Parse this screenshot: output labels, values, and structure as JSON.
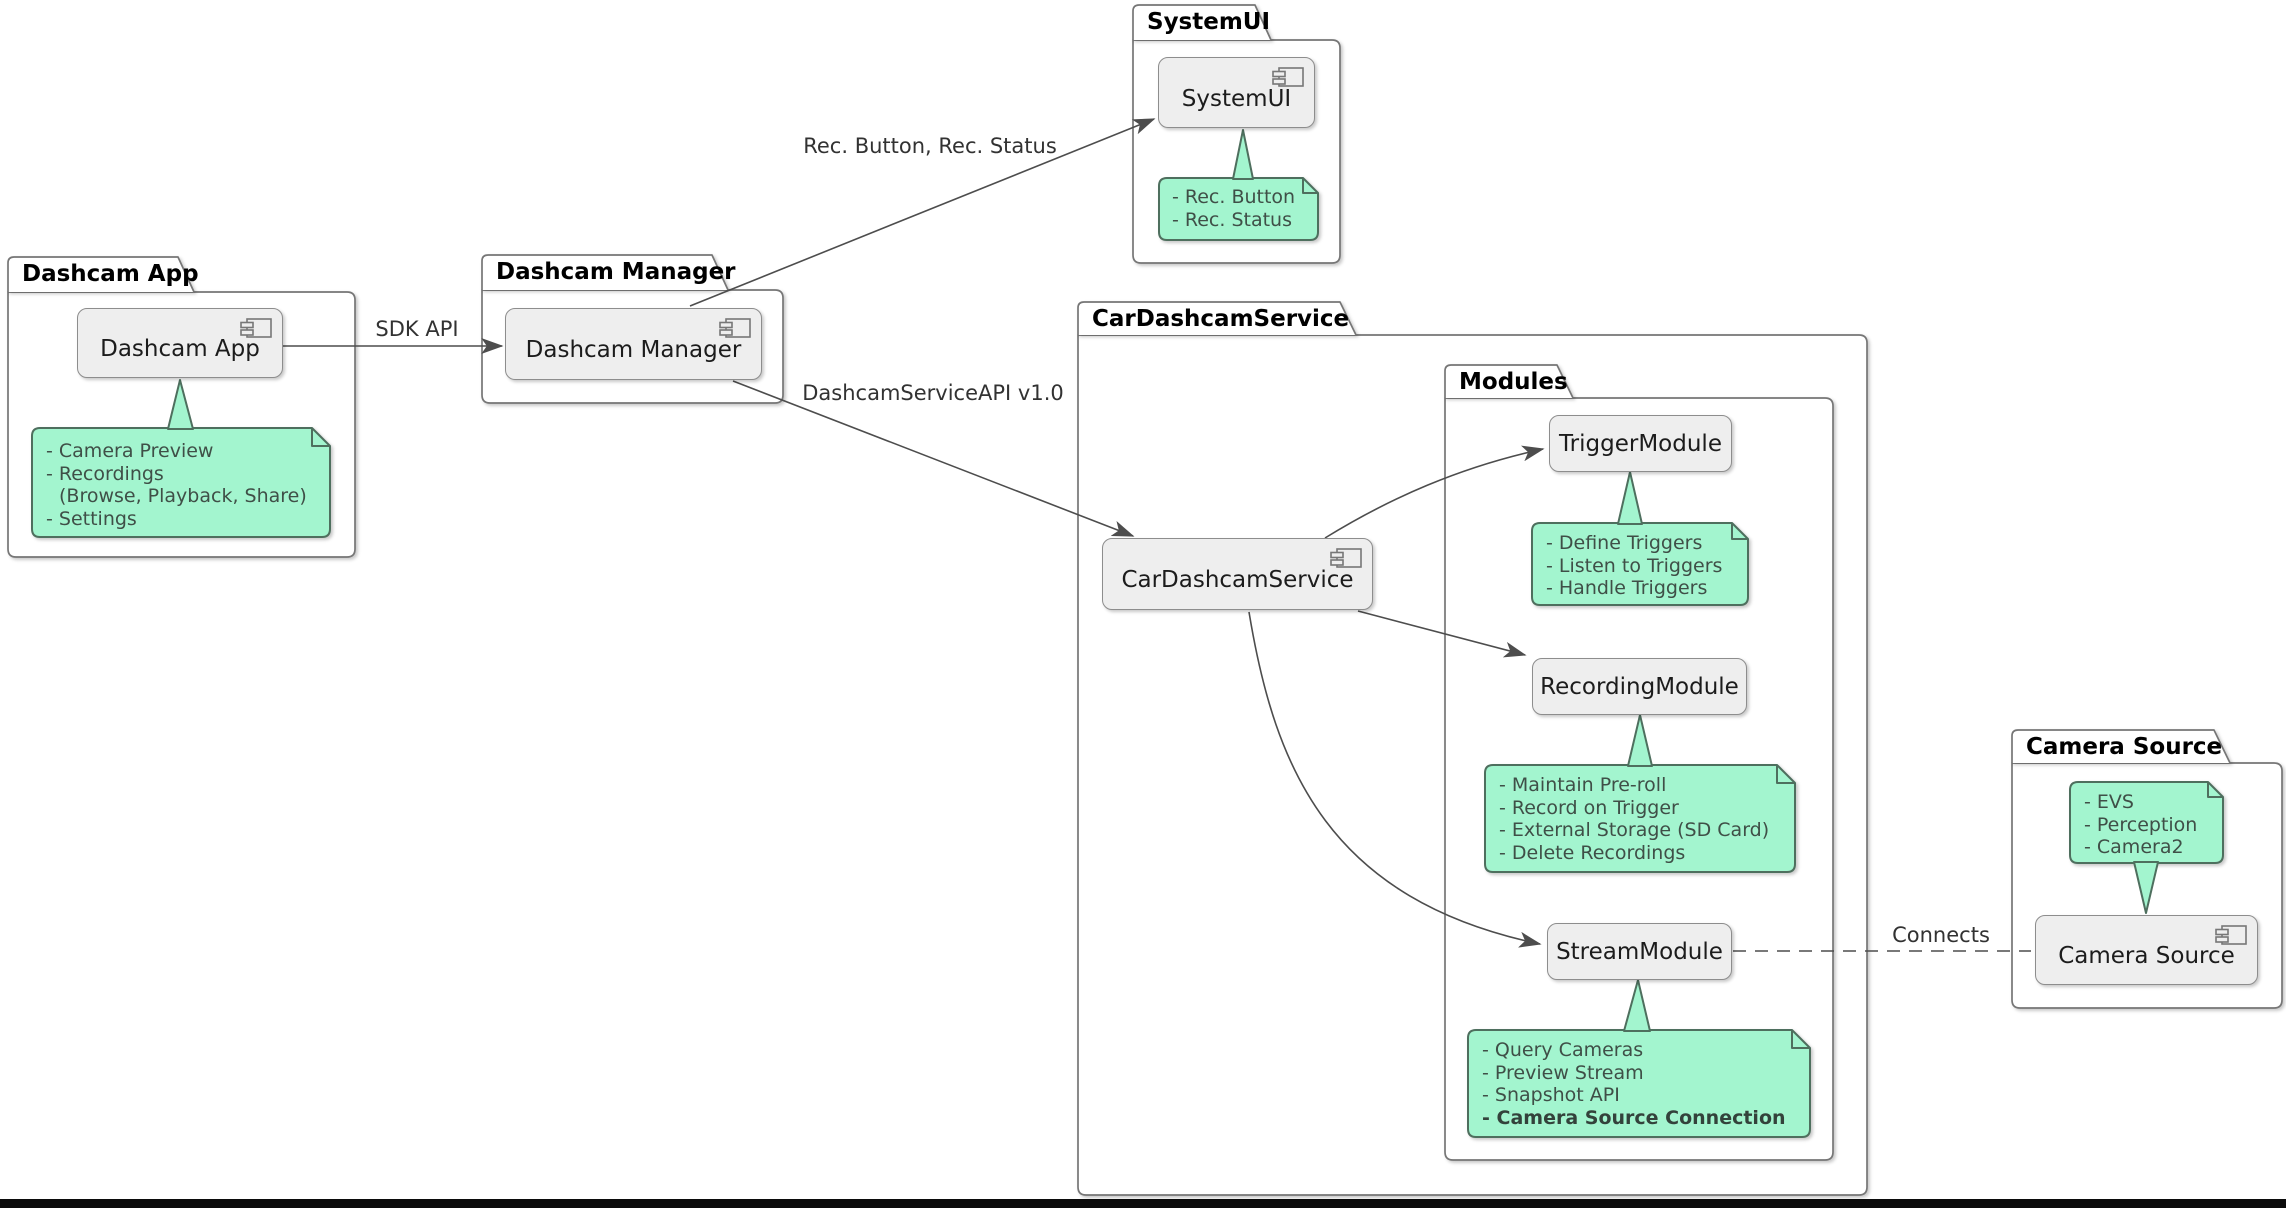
{
  "diagram": {
    "packages": {
      "dashcam_app": {
        "title": "Dashcam App",
        "component": "Dashcam App"
      },
      "dashcam_manager": {
        "title": "Dashcam Manager",
        "component": "Dashcam Manager"
      },
      "system_ui": {
        "title": "SystemUI",
        "component": "SystemUI"
      },
      "car_dashcam_service": {
        "title": "CarDashcamService",
        "component": "CarDashcamService"
      },
      "modules": {
        "title": "Modules",
        "components": {
          "trigger": "TriggerModule",
          "recording": "RecordingModule",
          "stream": "StreamModule"
        }
      },
      "camera_source": {
        "title": "Camera Source",
        "component": "Camera Source"
      }
    },
    "notes": {
      "dashcam_app": {
        "lines": [
          "- Camera Preview",
          "- Recordings",
          "(Browse, Playback, Share)",
          "- Settings"
        ]
      },
      "system_ui": {
        "lines": [
          "- Rec. Button",
          "- Rec. Status"
        ]
      },
      "trigger": {
        "lines": [
          "- Define Triggers",
          "- Listen to Triggers",
          "- Handle Triggers"
        ]
      },
      "recording": {
        "lines": [
          "- Maintain Pre-roll",
          "- Record on Trigger",
          "- External Storage (SD Card)",
          "- Delete Recordings"
        ]
      },
      "stream": {
        "lines": [
          "- Query Cameras",
          "- Preview Stream",
          "- Snapshot API",
          "- Camera Source Connection"
        ]
      },
      "camera_source": {
        "lines": [
          "- EVS",
          "- Perception",
          "- Camera2"
        ]
      }
    },
    "edges": {
      "sdk_api": "SDK API",
      "rec_button_status": "Rec. Button, Rec. Status",
      "dashcam_service_api": "DashcamServiceAPI v1.0",
      "connects": "Connects"
    },
    "colors": {
      "note_fill": "#a3f5cf",
      "note_border": "#4e6f5e",
      "component_fill": "#eeeeee",
      "border": "#767676",
      "arrow": "#4d4d4d"
    }
  }
}
